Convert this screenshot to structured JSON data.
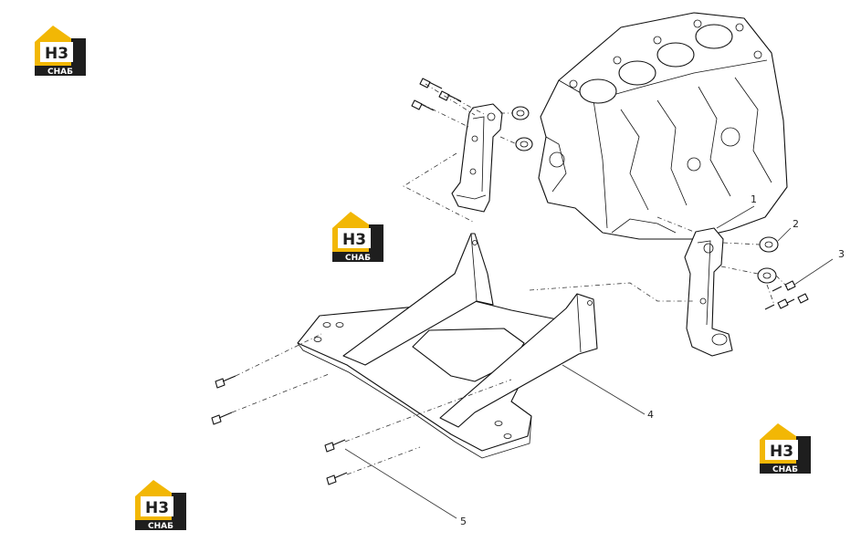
{
  "logos": [
    {
      "id": "logo-1",
      "mark": "H3",
      "caption": "СНАБ"
    },
    {
      "id": "logo-2",
      "mark": "H3",
      "caption": "СНАБ"
    },
    {
      "id": "logo-3",
      "mark": "H3",
      "caption": "СНАБ"
    },
    {
      "id": "logo-4",
      "mark": "H3",
      "caption": "СНАБ"
    }
  ],
  "callouts": [
    "1",
    "2",
    "3",
    "4",
    "5"
  ],
  "colors": {
    "logo_yellow": "#f2b705",
    "logo_dark": "#1e1e1e",
    "line": "#111111"
  }
}
